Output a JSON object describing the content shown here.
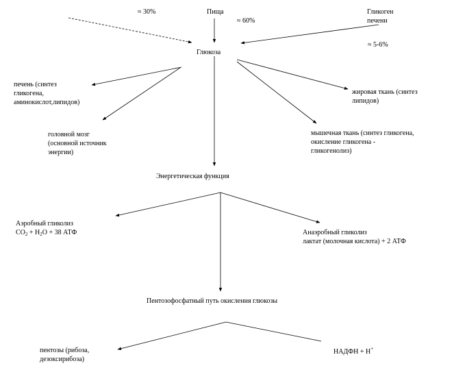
{
  "nodes": {
    "food": "Пища",
    "glycogen_liver": {
      "line1": "Гликоген",
      "line2": "печени"
    },
    "glucose": "Глюкоза",
    "liver": {
      "line1": "печень (синтез",
      "line2": "гликогена,",
      "line3": "аминокислот,липидов)"
    },
    "brain": {
      "line1": "головной мозг",
      "line2": "(основной источник",
      "line3": "энергии)"
    },
    "adipose": {
      "line1": "жировая ткань (синтез",
      "line2": "липидов)"
    },
    "muscle": {
      "line1": "мышечная ткань (синтез гликогена,",
      "line2": "окисление гликогена -",
      "line3": "гликогенолиз)"
    },
    "energy": "Энергетическая функция",
    "aerobic": {
      "line1": "Аэробный гликолиз",
      "co2": "CO",
      "co2_sub": "2",
      "h2o_pre": " + H",
      "h2o_sub": "2",
      "h2o_post": "O + 38 АТФ"
    },
    "anaerobic": {
      "line1": "Анаэробный гликолиз",
      "line2": "лактат (молочная кислота) + 2 АТФ"
    },
    "ppp": "Пентозофосфатный путь окисления глюкозы",
    "pentoses": {
      "line1": "пентозы (рибоза,",
      "line2": "дезоксирибоза)"
    },
    "nadph": {
      "main": "НАДФН + Н",
      "sup": "+"
    }
  },
  "percentages": {
    "left": "≈ 30%",
    "food": "≈ 60%",
    "glycogen": "≈ 5-6%"
  },
  "colors": {
    "line": "#000000",
    "text": "#000000",
    "background": "#ffffff"
  }
}
